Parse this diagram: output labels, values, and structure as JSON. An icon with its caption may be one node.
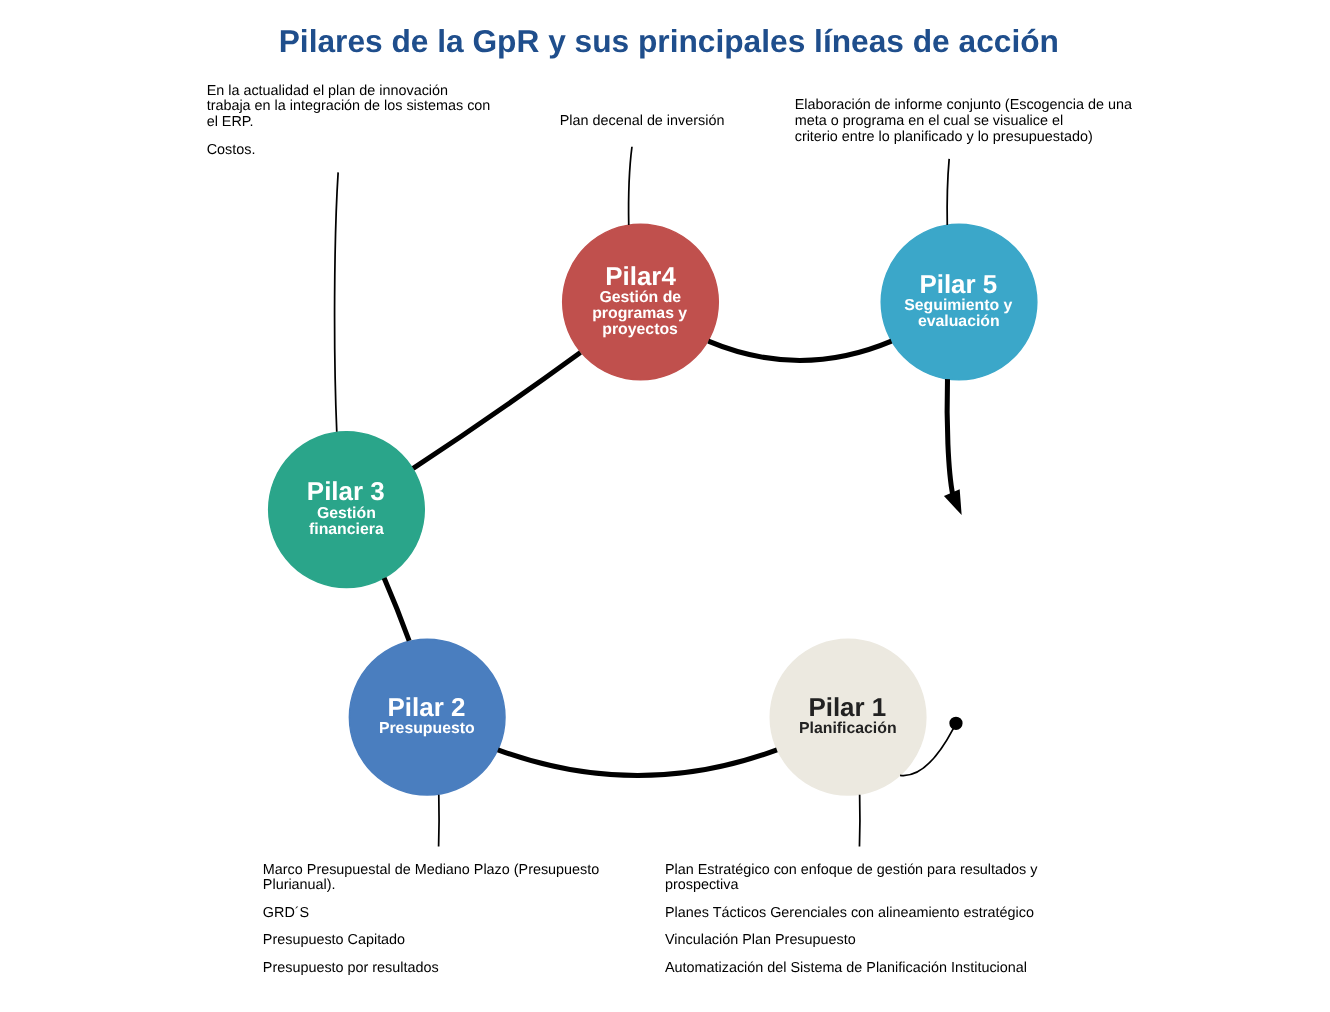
{
  "diagram": {
    "title": "Pilares de la GpR y sus principales líneas de acción",
    "nodes": [
      {
        "text": [
          "En la actualidad el plan de innovación trabaja en la integración de los sistemas con el ERP.",
          "Costos."
        ]
      },
      {
        "text": [
          "Plan decenal de inversión"
        ]
      },
      {
        "text": [
          "Elaboración de informe conjunto (Escogencia de una meta o programa en el cual se visualice el criterio entre lo planificado y lo presupuestado)"
        ]
      },
      {
        "text": [
          "Pilar4",
          "Gestión de programas y proyectos"
        ]
      },
      {
        "text": [
          "Pilar 5",
          "Seguimiento y evaluación"
        ]
      },
      {
        "text": [
          "Pilar 3",
          "Gestión financiera"
        ]
      },
      {
        "text": [
          "Pilar 2",
          "Presupuesto"
        ]
      },
      {
        "text": [
          "Pilar 1",
          "Planificación"
        ]
      },
      {
        "text": [
          "Marco Presupuestal de Mediano Plazo (Presupuesto Plurianual).",
          "GRD´S",
          "Presupuesto Capitado",
          "Presupuesto por resultados"
        ]
      },
      {
        "text": [
          "Plan Estratégico con enfoque de gestión para resultados y prospectiva",
          "Planes Tácticos Gerenciales con alineamiento estratégico",
          "Vinculación Plan Presupuesto",
          "Automatización del Sistema de Planificación Institucional"
        ]
      }
    ],
    "edges": [
      {
        "from": null,
        "to": 7,
        "arrow": "other"
      },
      {
        "from": 7,
        "to": 6,
        "arrow": "none",
        "style": "thick"
      },
      {
        "from": 6,
        "to": 5,
        "arrow": "none",
        "style": "thick"
      },
      {
        "from": 5,
        "to": 3,
        "arrow": "none",
        "style": "thick"
      },
      {
        "from": 3,
        "to": 4,
        "arrow": "none",
        "style": "thick"
      },
      {
        "from": 4,
        "to": null,
        "arrow": "to",
        "style": "thick"
      },
      {
        "from": 0,
        "to": 5,
        "arrow": "none"
      },
      {
        "from": 1,
        "to": 3,
        "arrow": "none"
      },
      {
        "from": 2,
        "to": 4,
        "arrow": "none"
      },
      {
        "from": 8,
        "to": 6,
        "arrow": "none"
      },
      {
        "from": 9,
        "to": 7,
        "arrow": "none"
      }
    ]
  }
}
